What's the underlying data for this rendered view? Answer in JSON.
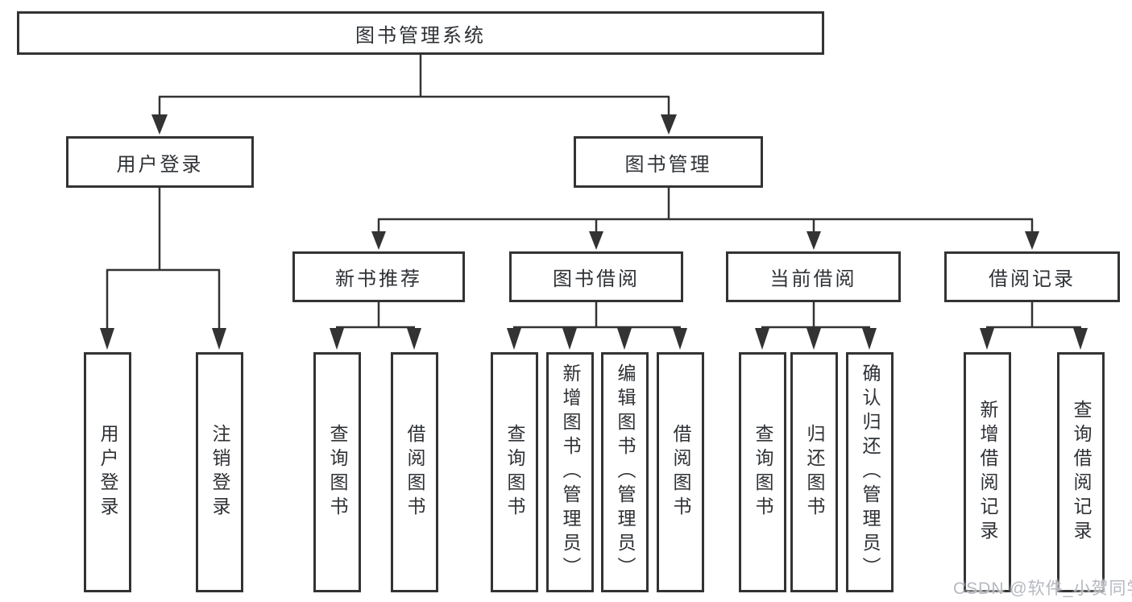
{
  "diagram": {
    "root": {
      "label": "图书管理系统"
    },
    "level1": [
      {
        "label": "用户登录",
        "children": [
          {
            "label": "用户登录"
          },
          {
            "label": "注销登录"
          }
        ]
      },
      {
        "label": "图书管理",
        "children": [
          {
            "label": "新书推荐",
            "children": [
              {
                "label": "查询图书"
              },
              {
                "label": "借阅图书"
              }
            ]
          },
          {
            "label": "图书借阅",
            "children": [
              {
                "label": "查询图书"
              },
              {
                "label": "新增图书（管理员）"
              },
              {
                "label": "编辑图书（管理员）"
              },
              {
                "label": "借阅图书"
              }
            ]
          },
          {
            "label": "当前借阅",
            "children": [
              {
                "label": "查询图书"
              },
              {
                "label": "归还图书"
              },
              {
                "label": "确认归还（管理员）"
              }
            ]
          },
          {
            "label": "借阅记录",
            "children": [
              {
                "label": "新增借阅记录"
              },
              {
                "label": "查询借阅记录"
              }
            ]
          }
        ]
      }
    ]
  },
  "watermark": "CSDN @软件_小贺同学",
  "colors": {
    "line": "#333333",
    "box_border": "#333333",
    "text": "#2e3135",
    "box_background": "#ffffff",
    "page_background": "#ffffff",
    "watermark": "#b5b9c0"
  }
}
